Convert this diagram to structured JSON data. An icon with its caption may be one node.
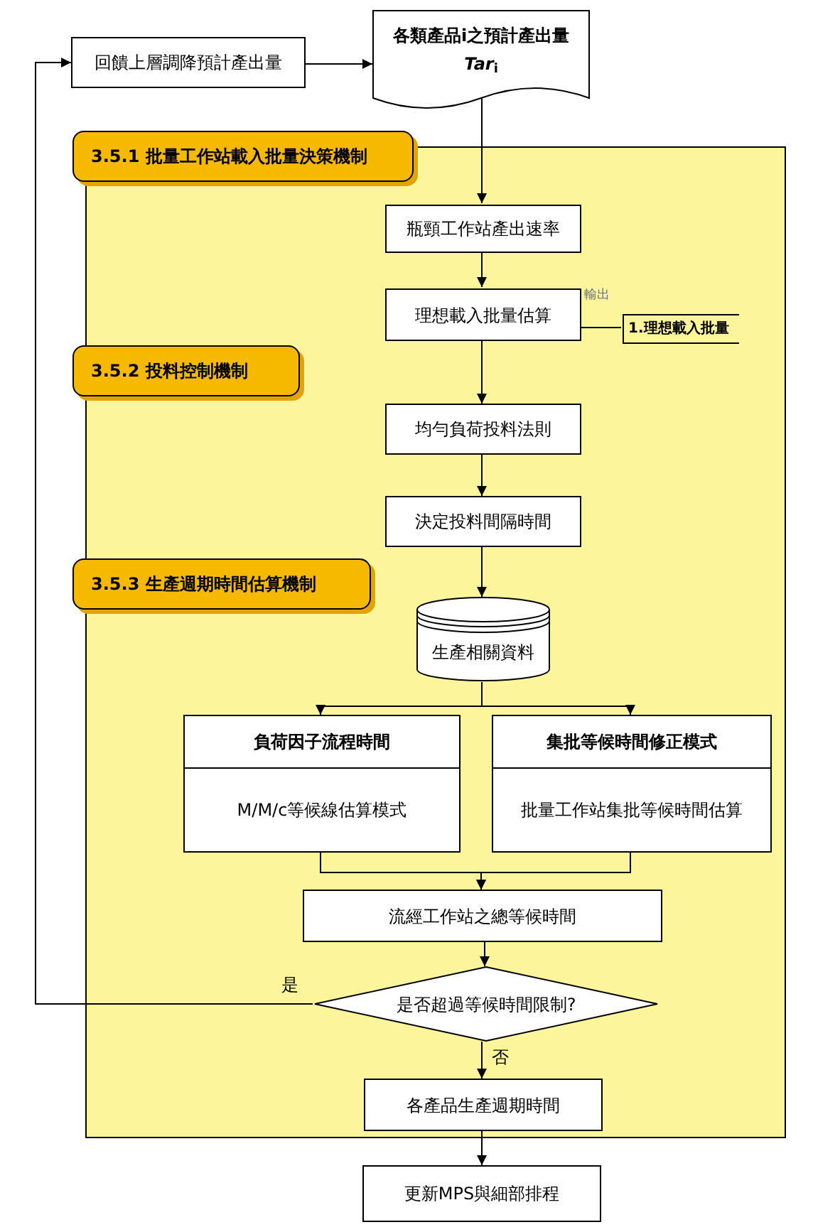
{
  "diagram": {
    "nodes": [
      {
        "text": [
          "回饋上層調降預計產出量"
        ]
      },
      {
        "text": [
          "各類產品i之預計產出量 *Tar*$_{i}$"
        ]
      },
      {
        "text": [
          "3.5.1 批量工作站載入批量決策機制"
        ]
      },
      {
        "text": [
          "瓶頸工作站產出速率"
        ],
        "in": 2
      },
      {
        "text": [
          "理想載入批量估算"
        ],
        "in": 2
      },
      {
        "text": [
          "1.理想載入批量"
        ],
        "in": 2
      },
      {
        "text": [
          "3.5.2 投料控制機制"
        ]
      },
      {
        "text": [
          "均勻負荷投料法則"
        ],
        "in": 6
      },
      {
        "text": [
          "決定投料間隔時間"
        ],
        "in": 6
      },
      {
        "text": [
          "3.5.3 生產週期時間估算機制"
        ]
      },
      {
        "text": [
          "生產相關資料"
        ],
        "in": 9
      },
      {
        "text": [
          "負荷因子流程時間",
          "M/M/c等候線估算模式"
        ],
        "in": 9
      },
      {
        "text": [
          "集批等候時間修正模式",
          "批量工作站集批等候時間估算"
        ],
        "in": 9
      },
      {
        "text": [
          "流經工作站之總等候時間"
        ],
        "in": 9
      },
      {
        "text": [
          "是否超過等候時間限制?"
        ],
        "in": 9
      },
      {
        "text": [
          "各產品生產週期時間"
        ],
        "in": 9
      },
      {
        "text": [
          "更新MPS與細部排程"
        ]
      }
    ],
    "edges": [
      {
        "from": 0,
        "to": 1,
        "arrow": "to"
      },
      {
        "from": 1,
        "to": 3,
        "arrow": "to"
      },
      {
        "from": 3,
        "to": 4,
        "arrow": "to"
      },
      {
        "from": 4,
        "to": 5,
        "arrow": "none",
        "label": "輸出"
      },
      {
        "from": 4,
        "to": 7,
        "arrow": "to"
      },
      {
        "from": 7,
        "to": 8,
        "arrow": "to"
      },
      {
        "from": 8,
        "to": 10,
        "arrow": "to"
      },
      {
        "from": 10,
        "to": 11,
        "arrow": "to"
      },
      {
        "from": 10,
        "to": 12,
        "arrow": "to"
      },
      {
        "from": 11,
        "to": 13,
        "arrow": "to"
      },
      {
        "from": 12,
        "to": 13,
        "arrow": "to"
      },
      {
        "from": 13,
        "to": 14,
        "arrow": "to"
      },
      {
        "from": 14,
        "to": 0,
        "arrow": "to",
        "label": "是"
      },
      {
        "from": 14,
        "to": 15,
        "arrow": "to",
        "label": "否"
      },
      {
        "from": 15,
        "to": 16,
        "arrow": "to"
      }
    ]
  }
}
